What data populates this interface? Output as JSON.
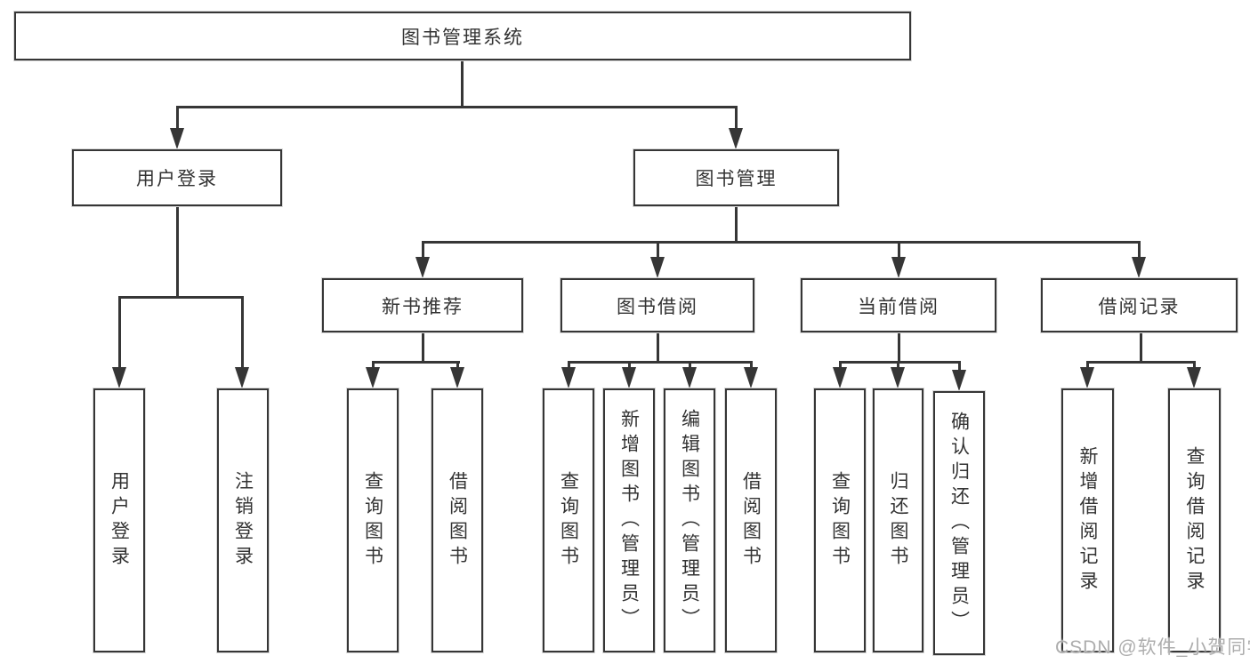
{
  "diagram": {
    "root": "图书管理系统",
    "branches": [
      {
        "label": "用户登录",
        "children": [
          "用户登录",
          "注销登录"
        ]
      },
      {
        "label": "图书管理",
        "sections": [
          {
            "label": "新书推荐",
            "children": [
              "查询图书",
              "借阅图书"
            ]
          },
          {
            "label": "图书借阅",
            "children": [
              "查询图书",
              "新增图书（管理员）",
              "编辑图书（管理员）",
              "借阅图书"
            ]
          },
          {
            "label": "当前借阅",
            "children": [
              "查询图书",
              "归还图书",
              "确认归还（管理员）"
            ]
          },
          {
            "label": "借阅记录",
            "children": [
              "新增借阅记录",
              "查询借阅记录"
            ]
          }
        ]
      }
    ]
  },
  "watermark": {
    "text": "CSDN @软件_小贺同学"
  },
  "colors": {
    "line": "#363636",
    "text": "#333333",
    "watermark": "#adadad",
    "background": "#ffffff"
  }
}
